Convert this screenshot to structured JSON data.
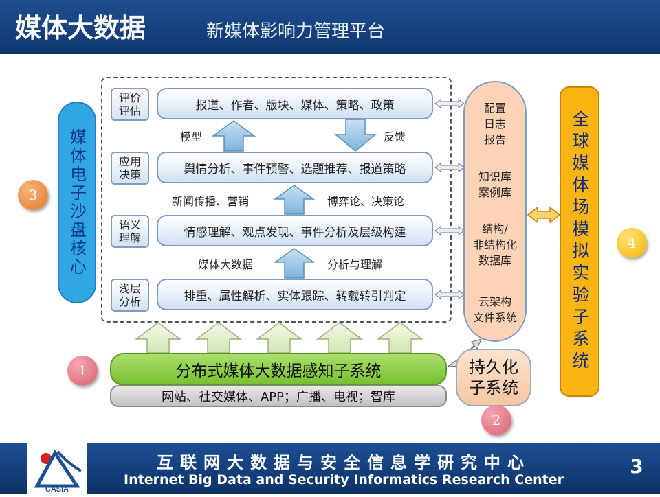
{
  "header": {
    "title": "媒体大数据",
    "subtitle": "新媒体影响力管理平台"
  },
  "layers": [
    {
      "label": "评价\n评估",
      "content": "报道、作者、版块、媒体、策略、政策"
    },
    {
      "label": "应用\n决策",
      "content": "舆情分析、事件预警、选题推荐、报道策略"
    },
    {
      "label": "语义\n理解",
      "content": "情感理解、观点发现、事件分析及层级构建"
    },
    {
      "label": "浅层\n分析",
      "content": "排重、属性解析、实体跟踪、转载转引判定"
    }
  ],
  "notes": {
    "model": "模型",
    "feedback": "反馈",
    "news_marketing": "新闻传播、营销",
    "game_decision": "博弈论、决策论",
    "media_bigdata": "媒体大数据",
    "analysis_understanding": "分析与理解"
  },
  "left_core": "媒体电子沙盘核心",
  "storage_items": [
    "配置\n日志\n报告",
    "知识库\n案例库",
    "结构/\n非结构化\n数据库",
    "云架构\n文件系统"
  ],
  "global_lab": "全球媒体场模拟实验子系统",
  "perception_system": "分布式媒体大数据感知子系统",
  "data_sources": "网站、社交媒体、APP；广播、电视；智库",
  "persistence_system": "持久化\n子系统",
  "badges": [
    "1",
    "2",
    "3",
    "4"
  ],
  "footer": {
    "logo_text": "CASIA",
    "cn": "互联网大数据与安全信息学研究中心",
    "en": "Internet Big Data and Security Informatics Research Center",
    "page": "3"
  },
  "colors": {
    "header_blue": "#1f4f8f",
    "layer_blue": "#cfe1f4",
    "arrow_blue": "#9cc6e6",
    "core_blue": "#31a6e3",
    "storage_peach": "#fcd3b6",
    "global_orange": "#fbb513",
    "perception_green": "#77c02f",
    "source_gray": "#c2c2c2"
  }
}
